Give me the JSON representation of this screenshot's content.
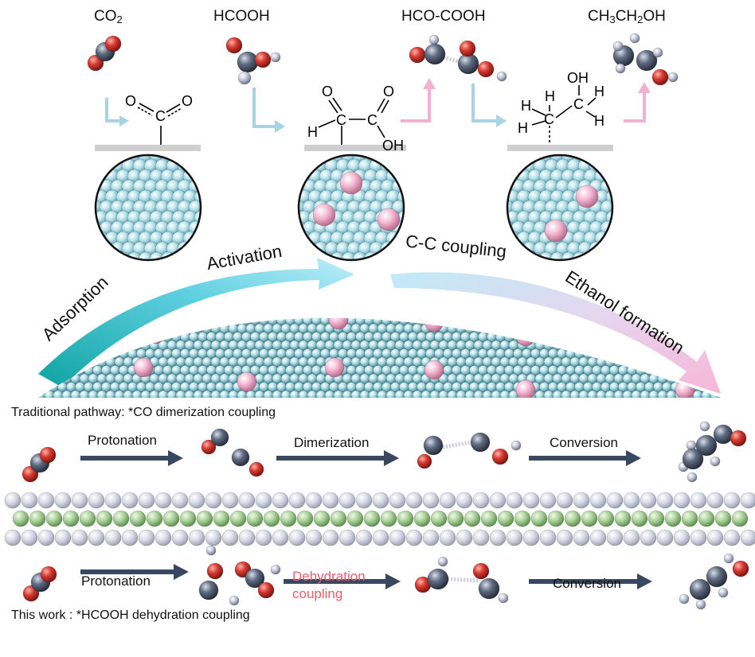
{
  "molecules": {
    "co2": {
      "main": "CO",
      "sub": "2"
    },
    "hcooh": "HCOOH",
    "hcocooh": "HCO-COOH",
    "ethanol": {
      "p1": "CH",
      "s1": "3",
      "p2": "CH",
      "s2": "2",
      "p3": "OH"
    }
  },
  "structure_atoms": {
    "o": "O",
    "c": "C",
    "h": "H",
    "oh": "OH"
  },
  "stages": {
    "adsorption": "Adsorption",
    "activation": "Activation",
    "coupling": "C-C coupling",
    "ethanol_formation": "Ethanol formation"
  },
  "traditional": {
    "caption": "Traditional pathway: *CO dimerization coupling",
    "steps": [
      "Protonation",
      "Dimerization",
      "Conversion"
    ]
  },
  "this_work": {
    "caption": "This work : *HCOOH dehydration coupling",
    "steps": [
      "Protonation",
      "Dehydration",
      "coupling",
      "Conversion"
    ]
  },
  "colors": {
    "surface_atom": "#a9dbe6",
    "dopant_atom": "#f2b4cf",
    "oxygen": "#d63a32",
    "carbon": "#5e6a80",
    "hydrogen": "#c2c7d6",
    "layer_gray": "#d8dbe6",
    "layer_green": "#a9d09a",
    "arrow_dark": "#394860",
    "arrow_teal": "#12b0b0",
    "arrow_pink": "#f6bdd8",
    "highlight_text": "#ee5c68"
  }
}
